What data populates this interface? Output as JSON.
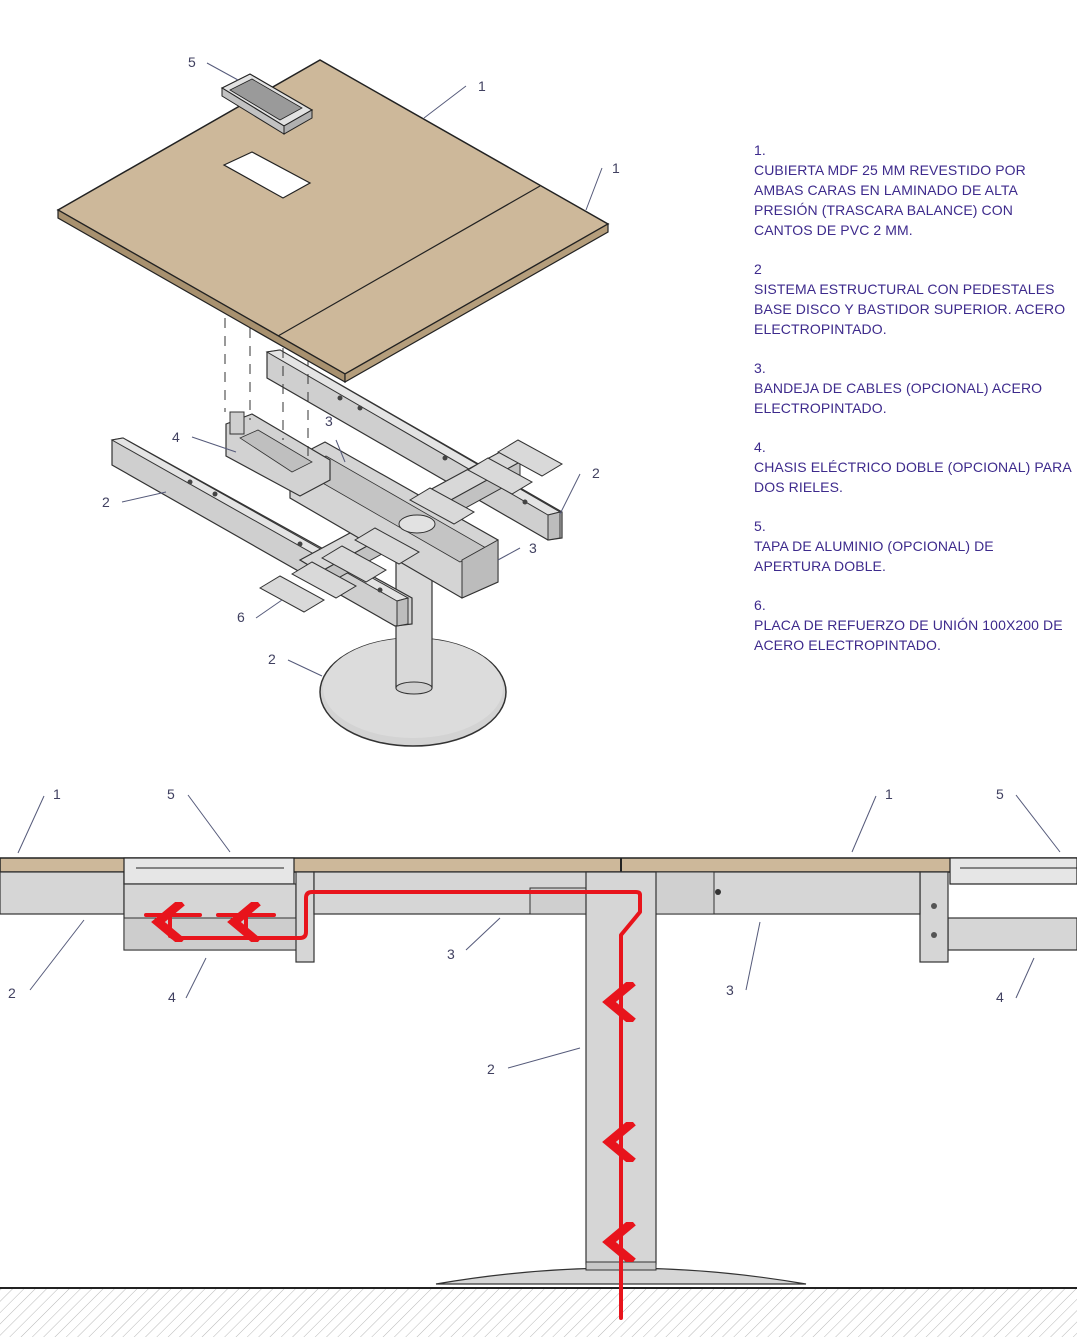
{
  "diagram": {
    "top_view": {
      "callouts": [
        {
          "id": "tabletop",
          "label": "1"
        },
        {
          "id": "tabletop-right",
          "label": "1"
        },
        {
          "id": "cover-lid",
          "label": "5"
        },
        {
          "id": "chassis",
          "label": "4"
        },
        {
          "id": "cable-tray",
          "label": "3"
        },
        {
          "id": "cable-tray-lower",
          "label": "3"
        },
        {
          "id": "frame-left",
          "label": "2"
        },
        {
          "id": "frame-right",
          "label": "2"
        },
        {
          "id": "pedestal",
          "label": "2"
        },
        {
          "id": "plate",
          "label": "6"
        }
      ]
    },
    "section_view": {
      "callouts": [
        {
          "id": "top-left",
          "label": "1"
        },
        {
          "id": "lid-left",
          "label": "5"
        },
        {
          "id": "top-right",
          "label": "1"
        },
        {
          "id": "lid-right",
          "label": "5"
        },
        {
          "id": "beam-left",
          "label": "2"
        },
        {
          "id": "chassis-left",
          "label": "4"
        },
        {
          "id": "tray-left",
          "label": "3"
        },
        {
          "id": "column",
          "label": "2"
        },
        {
          "id": "tray-right",
          "label": "3"
        },
        {
          "id": "chassis-right",
          "label": "4"
        }
      ]
    }
  },
  "legend": [
    {
      "num": "1.",
      "text": "CUBIERTA MDF 25 MM REVESTIDO POR AMBAS CARAS EN LAMINADO DE ALTA PRESIÓN (TRASCARA BALANCE) CON CANTOS DE PVC 2 MM."
    },
    {
      "num": "2",
      "text": "SISTEMA ESTRUCTURAL CON PEDESTALES BASE DISCO Y BASTIDOR SUPERIOR. ACERO ELECTROPINTADO."
    },
    {
      "num": "3.",
      "text": "BANDEJA DE CABLES (OPCIONAL) ACERO ELECTROPINTADO."
    },
    {
      "num": "4.",
      "text": "CHASIS ELÉCTRICO DOBLE (OPCIONAL) PARA DOS RIELES."
    },
    {
      "num": "5.",
      "text": "TAPA DE ALUMINIO (OPCIONAL) DE APERTURA DOBLE."
    },
    {
      "num": "6.",
      "text": "PLACA DE REFUERZO DE UNIÓN 100X200 DE ACERO ELECTROPINTADO."
    }
  ],
  "colors": {
    "wood": "#cdb89a",
    "steel": "#d6d6d6",
    "cable": "#e8141c",
    "legend_text": "#3d2a8c"
  }
}
